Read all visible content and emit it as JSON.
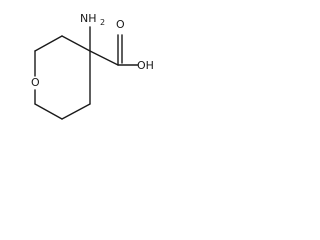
{
  "molecule": {
    "atoms": {
      "amine": {
        "main": "NH",
        "subscript": "2"
      },
      "hydroxyl": "OH",
      "carbonyl_o": "O",
      "ring_o": "O"
    }
  }
}
